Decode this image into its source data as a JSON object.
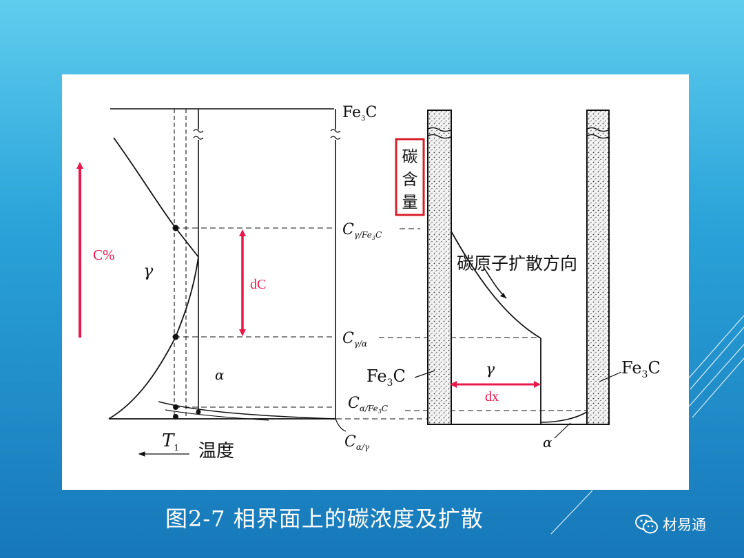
{
  "caption": "图2-7 相界面上的碳浓度及扩散",
  "brand": {
    "name": "材易通",
    "icon": "wechat-icon"
  },
  "colors": {
    "accent_red": "#e8174c",
    "frame_red": "#d8202a",
    "background": "#1d8cc9"
  },
  "left_diagram": {
    "top_label": "Fe",
    "top_label_sub": "3",
    "top_label_end": "C",
    "c_gamma_fe3c": "C",
    "c_gamma_fe3c_sub": "γ/Fe",
    "c_gamma_fe3c_sub2": "3",
    "c_gamma_fe3c_sub3": "C",
    "c_gamma_alpha": "C",
    "c_gamma_alpha_sub": "γ/α",
    "c_alpha_fe3c": "C",
    "c_alpha_fe3c_sub": "α/Fe",
    "c_alpha_fe3c_sub2": "3",
    "c_alpha_fe3c_sub3": "C",
    "c_alpha_gamma": "C",
    "c_alpha_gamma_sub": "α/γ",
    "gamma": "γ",
    "alpha": "α",
    "t1": "T",
    "t1_sub": "1",
    "temperature": "温度",
    "percent_label": "C%",
    "dc_label": "dC"
  },
  "right_diagram": {
    "carbon_content_1": "碳",
    "carbon_content_2": "含",
    "carbon_content_3": "量",
    "diffusion_direction": "碳原子扩散方向",
    "fe3c_left": "Fe",
    "fe3c_left_sub": "3",
    "fe3c_left_end": "C",
    "fe3c_right": "Fe",
    "fe3c_right_sub": "3",
    "fe3c_right_end": "C",
    "gamma": "γ",
    "alpha": "α",
    "dx_label": "dx"
  }
}
